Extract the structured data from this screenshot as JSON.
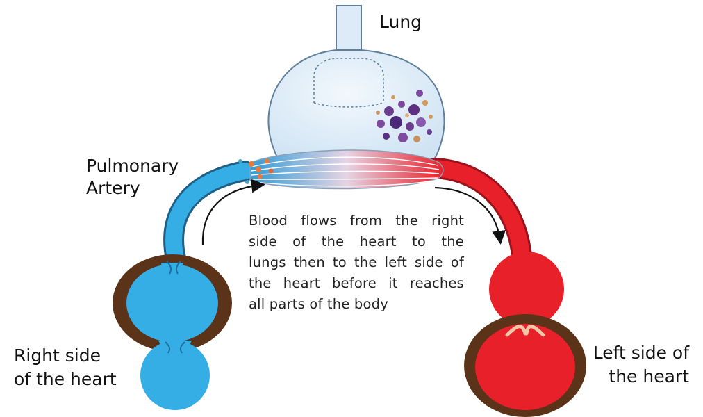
{
  "labels": {
    "lung": "Lung",
    "pulmonary_artery_1": "Pulmonary",
    "pulmonary_artery_2": "Artery",
    "right_heart_1": "Right side",
    "right_heart_2": "of the heart",
    "left_heart_1": "Left side of",
    "left_heart_2": "the heart"
  },
  "description": {
    "line1": "Blood flows from the right",
    "line2": "side of the heart to the",
    "line3": "lungs then to the left side of",
    "line4": "the heart before it reaches",
    "line5": "all parts of the body"
  },
  "colors": {
    "deoxygenated": "#35aee6",
    "oxygenated": "#e8202a",
    "heart_wall": "#5a3318",
    "lung_fill": "#dcebf7",
    "lung_outline": "#5f7f9b"
  }
}
